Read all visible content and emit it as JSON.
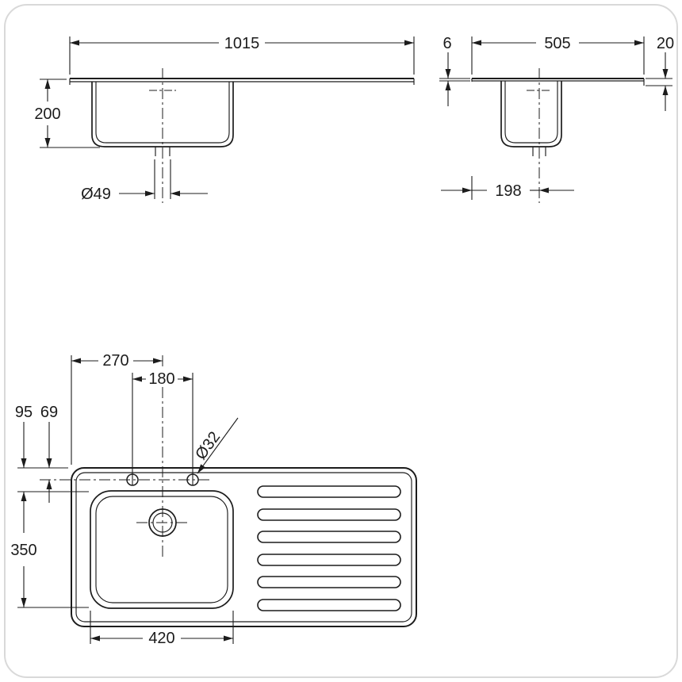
{
  "page": {
    "title": "sink-technical-drawing",
    "background": "#ffffff",
    "line_color": "#1c1c1c",
    "border_color": "#d9d9d9"
  },
  "views": {
    "front": {
      "label": "front-elevation-view",
      "dims": {
        "width": "1015",
        "depth": "200",
        "drain": "Ø49"
      }
    },
    "side": {
      "label": "side-elevation-view",
      "dims": {
        "thickness": "6",
        "width": "505",
        "edge": "20",
        "drain_offset": "198"
      }
    },
    "plan": {
      "label": "top-plan-view",
      "dims": {
        "center_offset": "270",
        "hole_spacing": "180",
        "hole_diameter": "Ø32",
        "edge_to_bowl": "95",
        "edge_to_holes": "69",
        "bowl_depth": "350",
        "bowl_width": "420"
      }
    }
  }
}
